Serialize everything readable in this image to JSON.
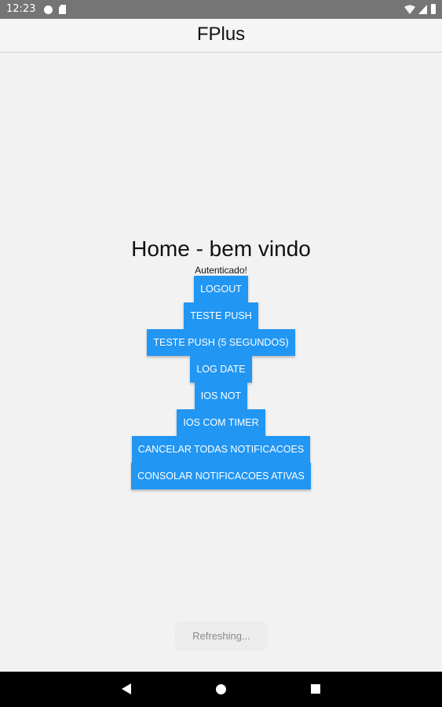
{
  "status_bar": {
    "time": "12:23",
    "icons": [
      "notification-circle-icon",
      "sd-card-icon",
      "wifi-icon",
      "signal-icon",
      "battery-icon"
    ]
  },
  "header": {
    "title": "FPlus"
  },
  "main": {
    "title": "Home - bem vindo",
    "status_text": "Autenticado!",
    "buttons": [
      {
        "label": "LOGOUT"
      },
      {
        "label": "TESTE PUSH"
      },
      {
        "label": "TESTE PUSH (5 SEGUNDOS)"
      },
      {
        "label": "LOG DATE"
      },
      {
        "label": "IOS NOT"
      },
      {
        "label": "IOS COM TIMER"
      },
      {
        "label": "CANCELAR TODAS NOTIFICACOES"
      },
      {
        "label": "CONSOLAR NOTIFICACOES ATIVAS"
      }
    ]
  },
  "refresh": {
    "label": "Refreshing..."
  },
  "nav_bar": {
    "icons": [
      "back-icon",
      "home-icon",
      "recents-icon"
    ]
  },
  "colors": {
    "button_bg": "#2196f3",
    "status_bar_bg": "#757575",
    "page_bg": "#f2f2f2",
    "nav_bar_bg": "#000000"
  }
}
